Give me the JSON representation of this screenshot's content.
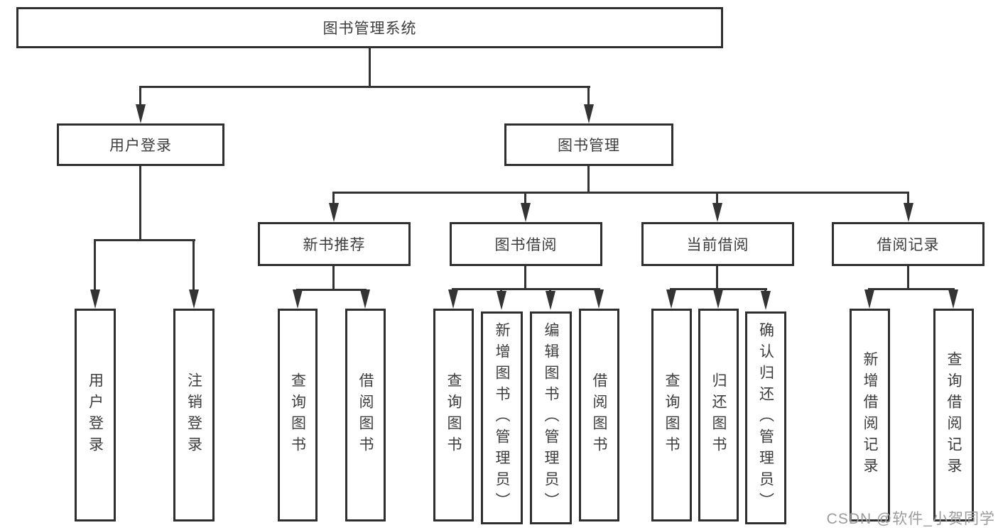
{
  "nodes": {
    "root": "图书管理系统",
    "user_login": "用户登录",
    "book_mgmt": "图书管理",
    "new_book_rec": "新书推荐",
    "book_borrow": "图书借阅",
    "current_borrow": "当前借阅",
    "borrow_record": "借阅记录",
    "leaf_user_login": "用户登录",
    "leaf_logout": "注销登录",
    "nb_query_book": "查询图书",
    "nb_borrow_book": "借阅图书",
    "bb_query_book": "查询图书",
    "bb_add_book": "新增图书（管理员）",
    "bb_edit_book": "编辑图书（管理员）",
    "bb_borrow_book": "借阅图书",
    "cb_query_book": "查询图书",
    "cb_return_book": "归还图书",
    "cb_confirm_return": "确认归还（管理员）",
    "br_add_record": "新增借阅记录",
    "br_query_record": "查询借阅记录"
  },
  "watermark": "CSDN @软件_小贺同学",
  "colors": {
    "line": "#333333",
    "box_border": "#2f2f2f",
    "text": "#3d3d3d",
    "watermark": "#9b9b9b",
    "background": "#ffffff"
  }
}
